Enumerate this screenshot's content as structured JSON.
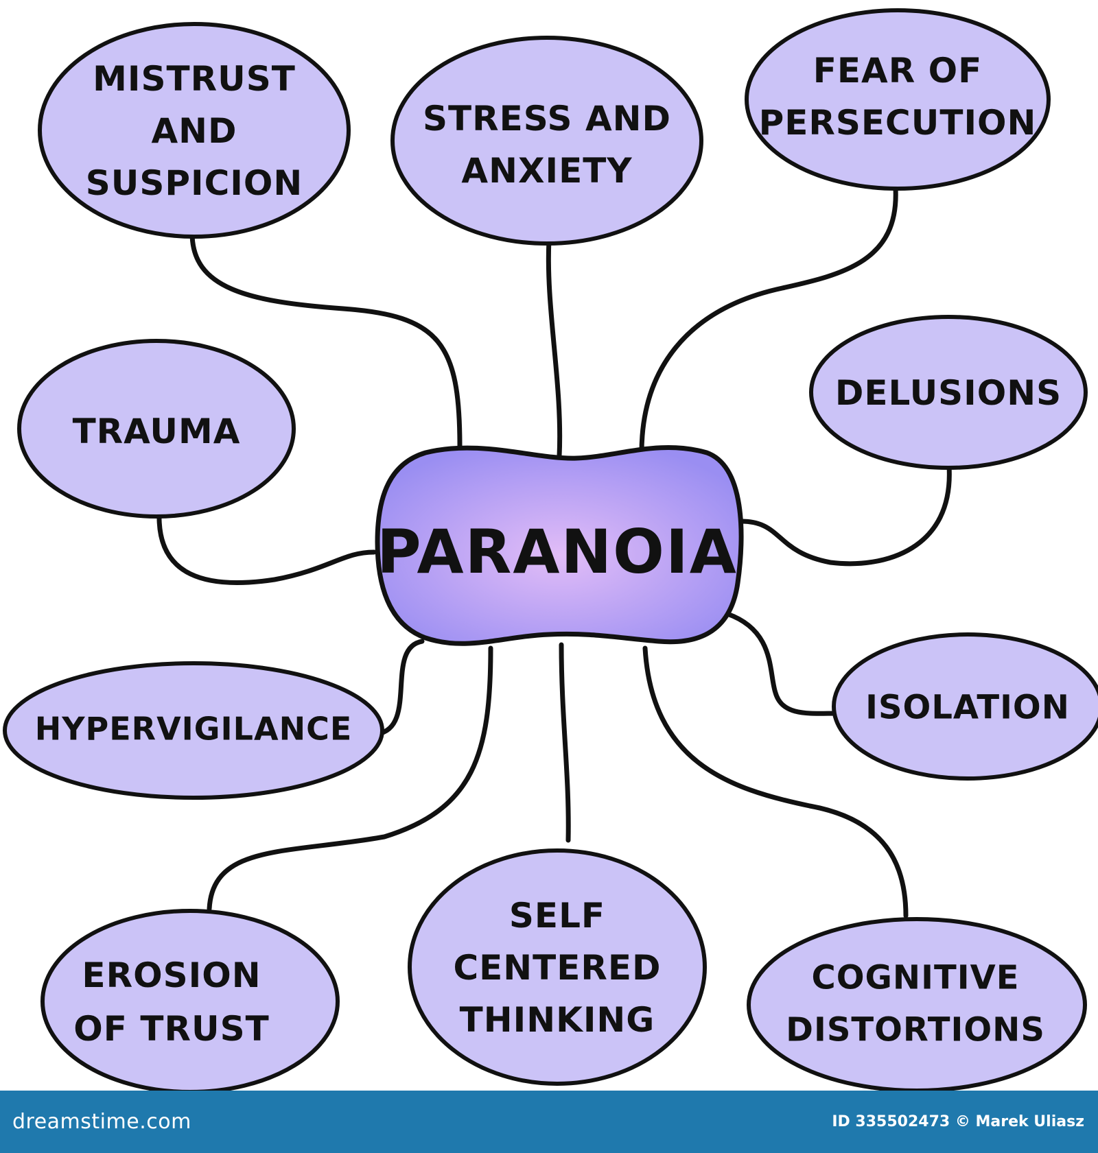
{
  "diagram": {
    "center": {
      "label": "PARANOIA"
    },
    "nodes": [
      {
        "id": "mistrust-and-suspicion",
        "lines": [
          "MISTRUST",
          "AND",
          "SUSPICION"
        ]
      },
      {
        "id": "stress-and-anxiety",
        "lines": [
          "STRESS AND",
          "ANXIETY"
        ]
      },
      {
        "id": "fear-of-persecution",
        "lines": [
          "FEAR OF",
          "PERSECUTION"
        ]
      },
      {
        "id": "trauma",
        "lines": [
          "TRAUMA"
        ]
      },
      {
        "id": "delusions",
        "lines": [
          "DELUSIONS"
        ]
      },
      {
        "id": "hypervigilance",
        "lines": [
          "HYPERVIGILANCE"
        ]
      },
      {
        "id": "isolation",
        "lines": [
          "ISOLATION"
        ]
      },
      {
        "id": "erosion-of-trust",
        "lines": [
          "EROSION",
          "OF TRUST"
        ]
      },
      {
        "id": "self-centered-thinking",
        "lines": [
          "SELF",
          "CENTERED",
          "THINKING"
        ]
      },
      {
        "id": "cognitive-distortions",
        "lines": [
          "COGNITIVE",
          "DISTORTIONS"
        ]
      }
    ],
    "colors": {
      "node_fill": "#cbc3f7",
      "center_fill_outer": "#9a8ef2",
      "center_fill_inner": "#e2bdf7",
      "stroke": "#111111",
      "footer_bg": "#1f79ad"
    }
  },
  "footer": {
    "logo": "dreamstime.com",
    "credit": "ID 335502473 © Marek Uliasz"
  }
}
